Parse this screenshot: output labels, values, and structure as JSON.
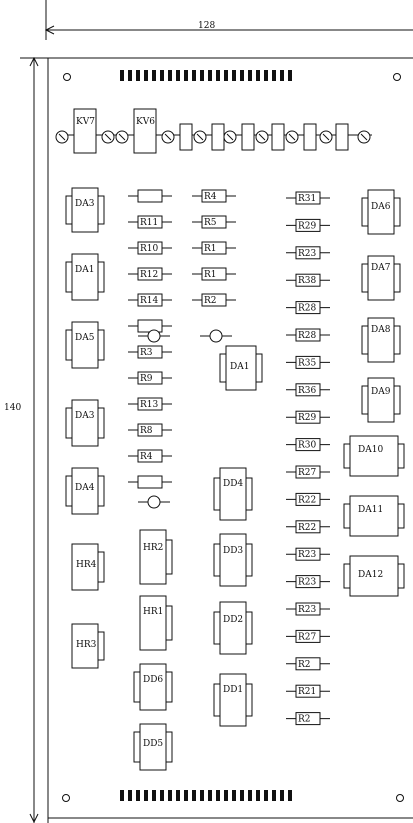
{
  "dimensions": {
    "width_label": "128",
    "height_label": "140"
  },
  "relays": [
    "KV7",
    "KV6"
  ],
  "left_column_chips": [
    "DA3",
    "DA1",
    "DA5",
    "DA3",
    "DA4"
  ],
  "left_column_relays": [
    "HR4",
    "HR3"
  ],
  "resistors_column_a": [
    "",
    "R11",
    "R10",
    "R12",
    "R14",
    "",
    "R3",
    "R9",
    "R13",
    "R8",
    "R4",
    ""
  ],
  "resistors_column_b": [
    "R4",
    "R5",
    "R1",
    "R1",
    "R2"
  ],
  "resistors_column_c": [
    "R31",
    "R29",
    "R23",
    "R38",
    "R28",
    "R28",
    "R35",
    "R36",
    "R29",
    "R30",
    "R27",
    "R22",
    "R22",
    "R23",
    "R23",
    "R23",
    "R27",
    "R2",
    "R21",
    "R2"
  ],
  "right_column_chips": [
    "DA6",
    "DA7",
    "DA8",
    "DA9"
  ],
  "middle_chips": {
    "da_center": "DA1",
    "dd_col": [
      "DD4",
      "DD3",
      "DD2",
      "DD1"
    ],
    "hr_col": [
      "HR2",
      "HR1"
    ],
    "dd_left": [
      "DD6",
      "DD5"
    ]
  },
  "bottom_right_chips": [
    "DA10",
    "DA11",
    "DA12"
  ]
}
